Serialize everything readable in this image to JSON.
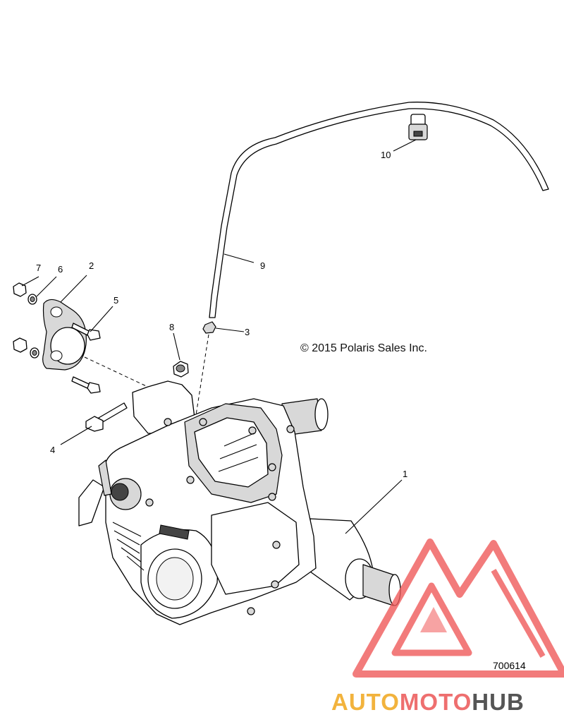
{
  "diagram": {
    "copyright": "© 2015 Polaris Sales Inc.",
    "document_number": "700614",
    "callouts": [
      {
        "id": "1",
        "label": "1"
      },
      {
        "id": "2",
        "label": "2"
      },
      {
        "id": "3",
        "label": "3"
      },
      {
        "id": "4",
        "label": "4"
      },
      {
        "id": "5",
        "label": "5"
      },
      {
        "id": "6",
        "label": "6"
      },
      {
        "id": "7",
        "label": "7"
      },
      {
        "id": "8",
        "label": "8"
      },
      {
        "id": "9",
        "label": "9"
      },
      {
        "id": "10",
        "label": "10"
      }
    ]
  },
  "watermark": {
    "part1": "AUTO",
    "part2": "MOTO",
    "part3": "HUB",
    "colors": {
      "part1": "#f2b33d",
      "part2": "#ee6f6f",
      "part3": "#555555",
      "logo": "#ef5b5b"
    }
  }
}
